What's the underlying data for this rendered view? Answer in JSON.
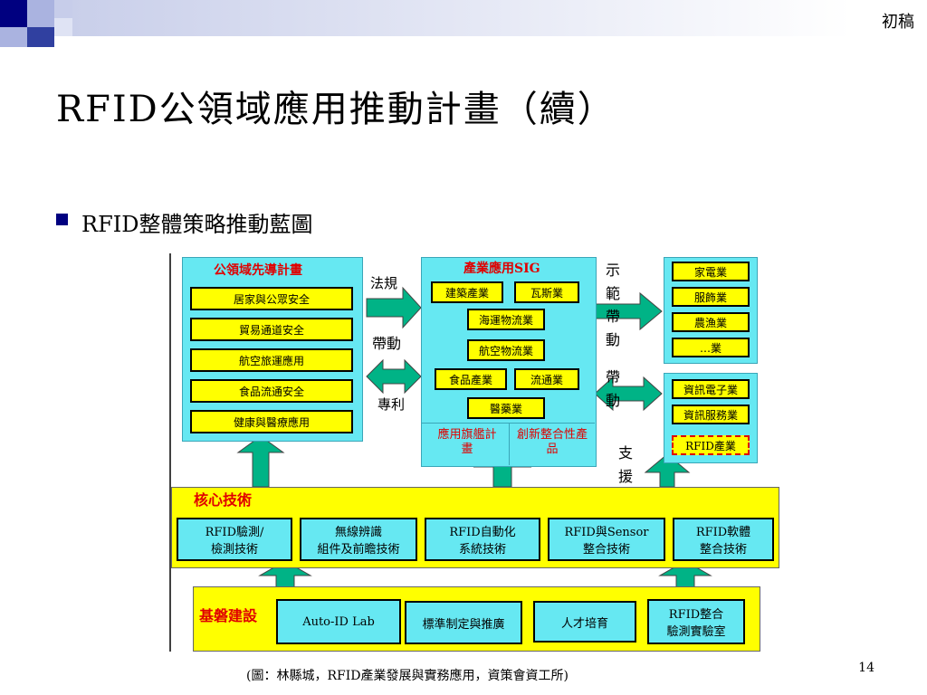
{
  "header": {
    "draft_label": "初稿"
  },
  "title": "RFID公領域應用推動計畫（續）",
  "bullet": "RFID整體策略推動藍圖",
  "diagram": {
    "public_sector": {
      "title": "公領域先導計畫",
      "items": [
        "居家與公眾安全",
        "貿易通道安全",
        "航空旅運應用",
        "食品流通安全",
        "健康與醫療應用"
      ]
    },
    "links": {
      "law": "法規",
      "drive": "帶動",
      "patent": "專利"
    },
    "industry_sig": {
      "title": "產業應用SIG",
      "items": [
        "建築產業",
        "瓦斯業",
        "海運物流業",
        "航空物流業",
        "食品產業",
        "流通業",
        "醫藥業"
      ],
      "flagship": "應用旗艦計畫",
      "innovation": "創新整合性產品"
    },
    "side_labels": {
      "demo": "示範帶動",
      "drive2": "帶動",
      "support": "支援"
    },
    "industries_a": [
      "家電業",
      "服飾業",
      "農漁業",
      "…業"
    ],
    "industries_b": [
      "資訊電子業",
      "資訊服務業",
      "RFID產業"
    ],
    "core_tech": {
      "title": "核心技術",
      "items": [
        "RFID驗測/\n檢測技術",
        "無線辨識\n組件及前瞻技術",
        "RFID自動化\n系統技術",
        "RFID與Sensor\n整合技術",
        "RFID軟體\n整合技術"
      ]
    },
    "infrastructure": {
      "title": "基磐建設",
      "items": [
        "Auto-ID Lab",
        "標準制定與推廣",
        "人才培育",
        "RFID整合\n驗測實驗室"
      ]
    }
  },
  "caption": "(圖：林縣城，RFID產業發展與實務應用，資策會資工所)",
  "page_number": "14",
  "colors": {
    "cyan": "#66e8f2",
    "yellow": "#ffff00",
    "arrow_green": "#00b386",
    "title_red": "#e00000"
  }
}
